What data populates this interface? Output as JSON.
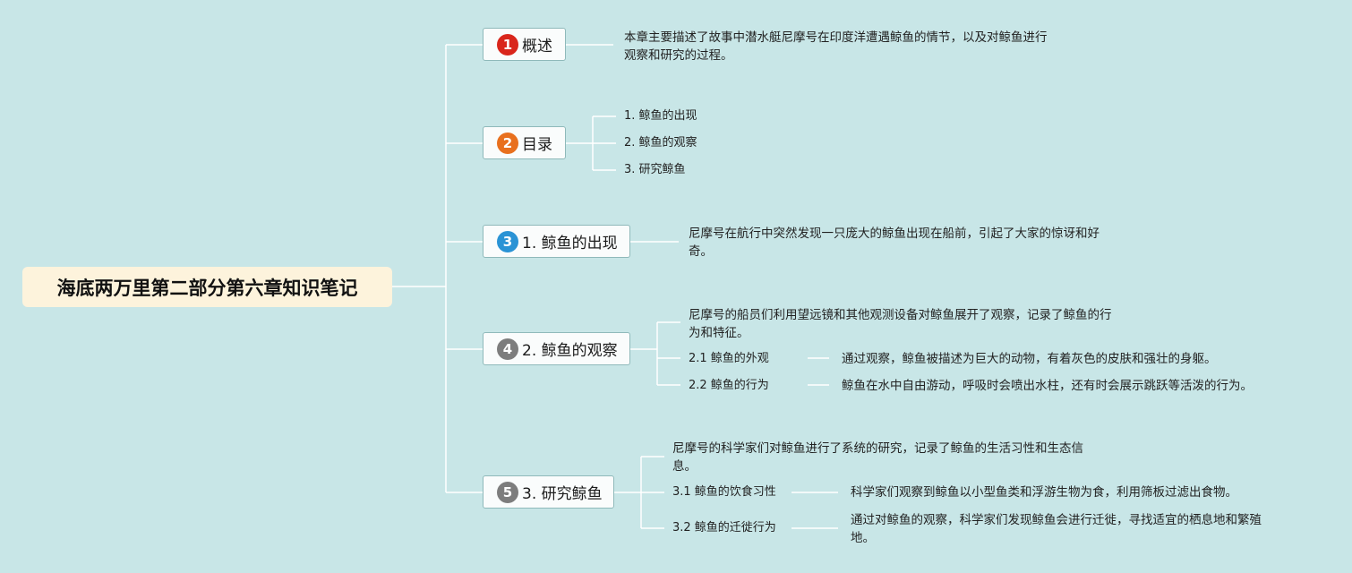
{
  "root": {
    "title": "海底两万里第二部分第六章知识笔记"
  },
  "branches": [
    {
      "badge": "1",
      "label": "概述",
      "badge_color": "#d9261c"
    },
    {
      "badge": "2",
      "label": "目录",
      "badge_color": "#e8701e"
    },
    {
      "badge": "3",
      "label": "1. 鲸鱼的出现",
      "badge_color": "#2a93d5"
    },
    {
      "badge": "4",
      "label": "2. 鲸鱼的观察",
      "badge_color": "#7d7d7d"
    },
    {
      "badge": "5",
      "label": "3. 研究鲸鱼",
      "badge_color": "#7d7d7d"
    }
  ],
  "overview": {
    "line1": "本章主要描述了故事中潜水艇尼摩号在印度洋遭遇鲸鱼的情节，以及对鲸鱼进行",
    "line2": "观察和研究的过程。"
  },
  "toc": [
    "1. 鲸鱼的出现",
    "2. 鲸鱼的观察",
    "3. 研究鲸鱼"
  ],
  "appearance": {
    "line1": "尼摩号在航行中突然发现一只庞大的鲸鱼出现在船前，引起了大家的惊讶和好",
    "line2": "奇。"
  },
  "observation": {
    "intro_line1": "尼摩号的船员们利用望远镜和其他观测设备对鲸鱼展开了观察，记录了鲸鱼的行",
    "intro_line2": "为和特征。",
    "subs": [
      {
        "label": "2.1 鲸鱼的外观",
        "detail": "通过观察，鲸鱼被描述为巨大的动物，有着灰色的皮肤和强壮的身躯。"
      },
      {
        "label": "2.2 鲸鱼的行为",
        "detail": "鲸鱼在水中自由游动，呼吸时会喷出水柱，还有时会展示跳跃等活泼的行为。"
      }
    ]
  },
  "research": {
    "intro_line1": "尼摩号的科学家们对鲸鱼进行了系统的研究，记录了鲸鱼的生活习性和生态信",
    "intro_line2": "息。",
    "subs": [
      {
        "label": "3.1 鲸鱼的饮食习性",
        "detail_line1": "科学家们观察到鲸鱼以小型鱼类和浮游生物为食，利用筛板过滤出食物。",
        "detail_line2": ""
      },
      {
        "label": "3.2 鲸鱼的迁徙行为",
        "detail_line1": "通过对鲸鱼的观察，科学家们发现鲸鱼会进行迁徙，寻找适宜的栖息地和繁殖",
        "detail_line2": "地。"
      }
    ]
  },
  "colors": {
    "background": "#c8e6e7",
    "root_fill": "#fdf3dc",
    "line": "#ffffff",
    "branch_border": "#8fb9ba"
  }
}
